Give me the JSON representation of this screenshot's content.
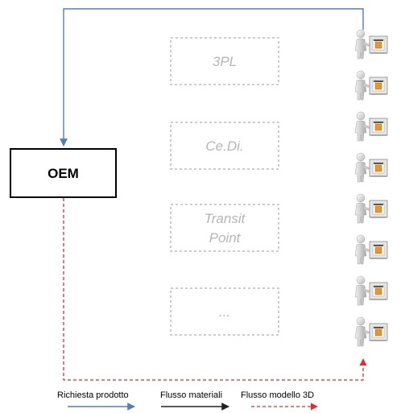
{
  "oem": {
    "label": "OEM"
  },
  "intermediaries": [
    {
      "lines": [
        "3PL"
      ]
    },
    {
      "lines": [
        "Ce.Di."
      ]
    },
    {
      "lines": [
        "Transit",
        "Point"
      ]
    },
    {
      "lines": [
        "..."
      ]
    }
  ],
  "endpoint_count": 8,
  "legend": {
    "request": "Richiesta prodotto",
    "materials": "Flusso materiali",
    "model3d": "Flusso modello 3D"
  },
  "colors": {
    "request": "#4f7fc2",
    "materials": "#222222",
    "model3d": "#e8282e",
    "box_dashed": "#bcbcbc",
    "oem_border": "#000000"
  },
  "icons": {
    "endpoint": "person-with-3d-printer-icon"
  }
}
